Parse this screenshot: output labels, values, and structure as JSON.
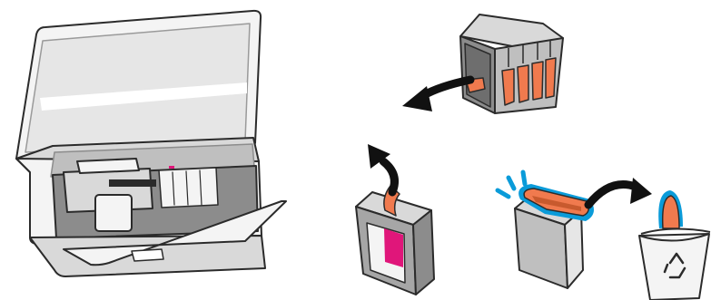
{
  "diagram": {
    "colors": {
      "outline": "#2b2b2b",
      "printer_light": "#f4f4f4",
      "printer_mid": "#d9d9d9",
      "printer_dark": "#8c8c8c",
      "cartridge_body": "#a6a6a6",
      "cartridge_dark": "#6e6e6e",
      "tape_orange": "#f07a4e",
      "orange_dark": "#c85a2e",
      "magenta": "#e0167a",
      "highlight_blue": "#0a9bd9",
      "arrow": "#111111",
      "bin": "#f4f4f4"
    },
    "icons": [
      "printer-illustration",
      "cartridge-set-illustration",
      "arrow-icon",
      "cartridge-tape-removal-illustration",
      "cartridge-clip-snap-illustration",
      "recycling-bin-icon"
    ]
  }
}
